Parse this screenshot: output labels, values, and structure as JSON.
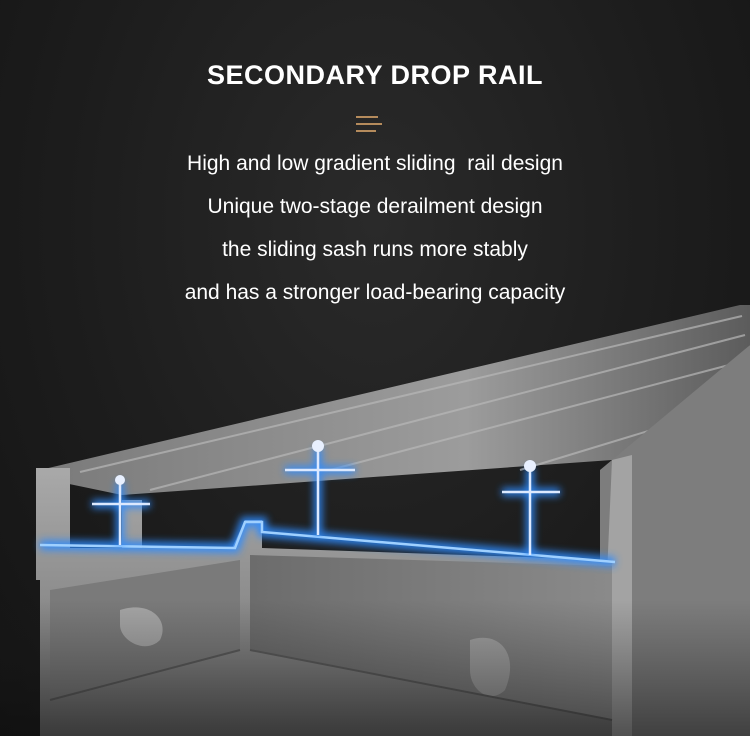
{
  "heading": {
    "title": "SECONDARY DROP RAIL"
  },
  "description": {
    "lines": [
      "High and low gradient sliding  rail design",
      "Unique two-stage derailment design",
      "the sliding sash runs more stably",
      "and has a stronger load-bearing capacity"
    ]
  },
  "colors": {
    "background": "#1b1b1b",
    "text": "#ffffff",
    "accent": "#b58b5c",
    "rail_metal": "#8e8e8e",
    "glow": "#2f8cff"
  },
  "icons": {
    "divider": "three-bar-menu-icon"
  }
}
